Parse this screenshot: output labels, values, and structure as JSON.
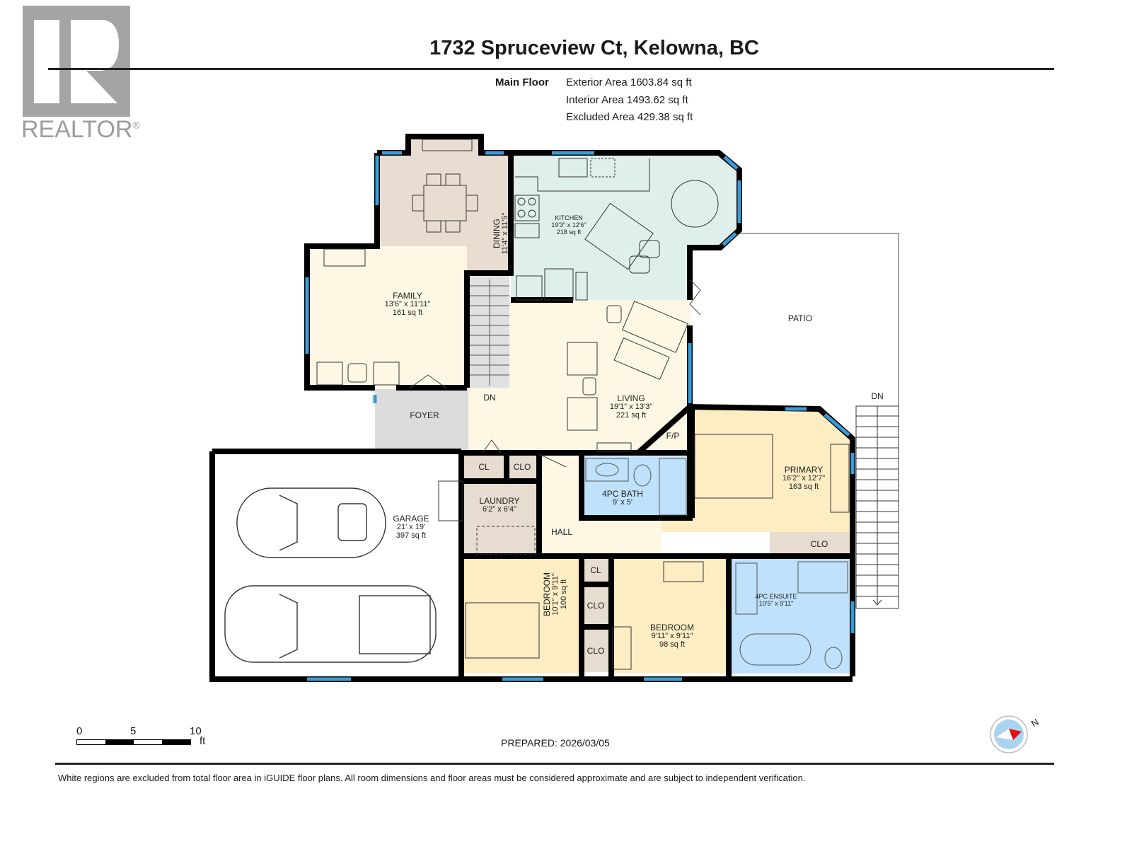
{
  "branding": {
    "logo_text": "REALTOR",
    "logo_mark": "®",
    "logo_letter": "R"
  },
  "header": {
    "title": "1732 Spruceview Ct, Kelowna, BC",
    "floor_label": "Main Floor",
    "areas": [
      "Exterior Area 1603.84 sq ft",
      "Interior Area 1493.62 sq ft",
      "Excluded Area 429.38 sq ft"
    ]
  },
  "colors": {
    "wall": "#000000",
    "window": "#3a9bd6",
    "dining_fill": "#e8ddd0",
    "kitchen_fill": "#dff0ea",
    "living_fill": "#fdf7e3",
    "bedroom_fill": "#fcedc3",
    "bath_fill": "#bfe1fb",
    "closet_fill": "#e6dccf",
    "foyer_fill": "#dcdcdc",
    "stairs_fill": "#e0e0e0",
    "excluded_fill": "#ffffff",
    "compass_blue": "#a9d3f0",
    "compass_red": "#e01010"
  },
  "rooms": {
    "dining": {
      "name": "DINING",
      "dims": "11'4\" x 11'5\""
    },
    "kitchen": {
      "name": "KITCHEN",
      "dims": "19'3\" x 12'6\"",
      "area": "218 sq ft"
    },
    "family": {
      "name": "FAMILY",
      "dims": "13'6\" x 11'11\"",
      "area": "161 sq ft"
    },
    "living": {
      "name": "LIVING",
      "dims": "19'1\" x 13'3\"",
      "area": "221 sq ft"
    },
    "patio": {
      "name": "PATIO"
    },
    "foyer": {
      "name": "FOYER"
    },
    "stairs_dn_interior": {
      "name": "DN"
    },
    "stairs_dn_exterior": {
      "name": "DN"
    },
    "fireplace": {
      "name": "F/P"
    },
    "garage": {
      "name": "GARAGE",
      "dims": "21' x 19'",
      "area": "397 sq ft"
    },
    "cl_1": {
      "name": "CL"
    },
    "clo_1": {
      "name": "CLO"
    },
    "laundry": {
      "name": "LAUNDRY",
      "dims": "6'2\" x 6'4\""
    },
    "bath": {
      "name": "4PC BATH",
      "dims": "9' x 5'"
    },
    "primary": {
      "name": "PRIMARY",
      "dims": "16'2\" x 12'7\"",
      "area": "163 sq ft"
    },
    "clo_primary": {
      "name": "CLO"
    },
    "hall": {
      "name": "HALL"
    },
    "bedroom_1": {
      "name": "BEDROOM",
      "dims": "10'1\" x 9'11\"",
      "area": "100 sq ft"
    },
    "cl_2": {
      "name": "CL"
    },
    "clo_2": {
      "name": "CLO"
    },
    "clo_3": {
      "name": "CLO"
    },
    "bedroom_2": {
      "name": "BEDROOM",
      "dims": "9'11\" x 9'11\"",
      "area": "98 sq ft"
    },
    "ensuite": {
      "name": "4PC ENSUITE",
      "dims": "10'5\" x 9'11\""
    }
  },
  "scale_bar": {
    "ticks": [
      "0",
      "5",
      "10"
    ],
    "unit": "ft"
  },
  "footer": {
    "prepared": "PREPARED: 2026/03/05",
    "disclaimer": "White regions are excluded from total floor area in iGUIDE floor plans. All room dimensions and floor areas must be considered approximate and are subject to independent verification.",
    "compass_label": "N"
  }
}
